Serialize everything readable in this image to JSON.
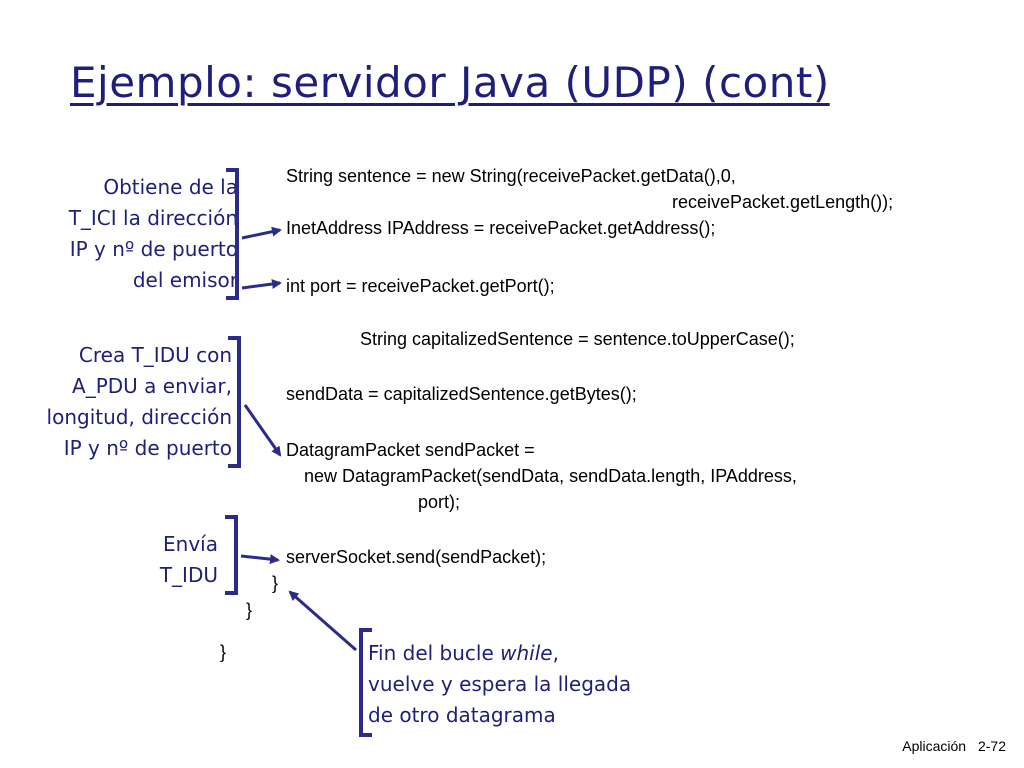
{
  "title": "Ejemplo: servidor Java (UDP) (cont)",
  "code": {
    "line1": "String sentence = new String(receivePacket.getData(),0,",
    "line2": "receivePacket.getLength());",
    "line3": "InetAddress IPAddress = receivePacket.getAddress();",
    "line4": "int port = receivePacket.getPort();",
    "line5": "String capitalizedSentence = sentence.toUpperCase();",
    "line6": "sendData = capitalizedSentence.getBytes();",
    "line7": "DatagramPacket sendPacket =",
    "line8": "new DatagramPacket(sendData, sendData.length, IPAddress,",
    "line9": "port);",
    "line10": "serverSocket.send(sendPacket);",
    "brace1": "}",
    "brace2": "}",
    "brace3": "}"
  },
  "notes": {
    "obtiene": [
      "Obtiene de la",
      "T_ICI la dirección",
      "IP y nº de puerto",
      "del emisor"
    ],
    "crea": [
      "Crea T_IDU con",
      "A_PDU a enviar,",
      "longitud, dirección",
      "IP y nº de puerto"
    ],
    "envia": [
      "Envía",
      "T_IDU"
    ],
    "fin": {
      "line1_pre": "Fin del bucle ",
      "line1_em": "while",
      "line1_post": ",",
      "line2": "vuelve y espera la llegada",
      "line3": "de otro datagrama"
    }
  },
  "footer": {
    "label": "Aplicación",
    "page": "2-72"
  },
  "colors": {
    "accent": "#1f1f7a",
    "bracket": "#2b2b8a",
    "text": "#000000"
  }
}
